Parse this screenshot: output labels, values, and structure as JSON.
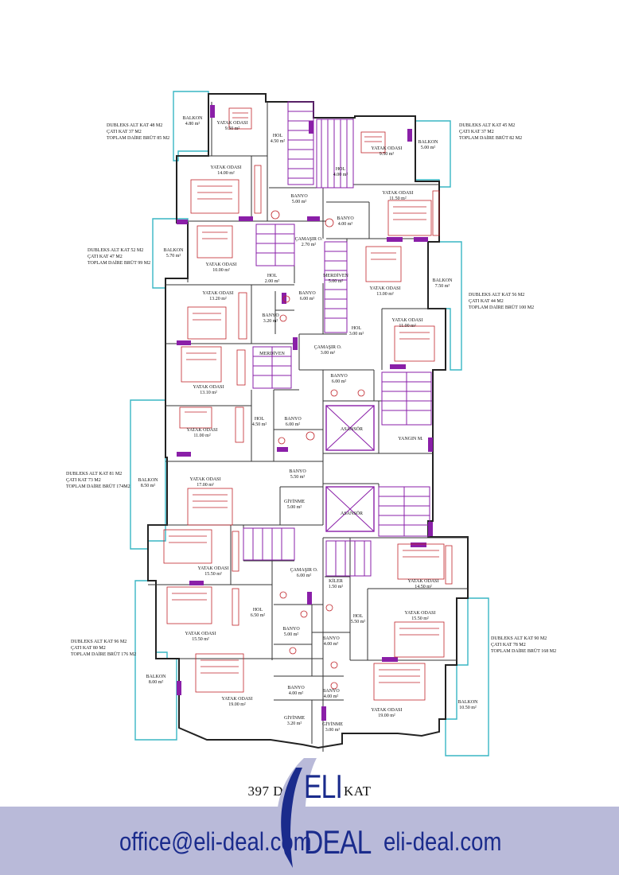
{
  "rooms": {
    "r1": {
      "name": "BALKON",
      "area": "4.80 m²"
    },
    "r2": {
      "name": "YATAK ODASI",
      "area": "9.50 m²"
    },
    "r3": {
      "name": "HOL",
      "area": "4.50 m²"
    },
    "r4": {
      "name": "HOL",
      "area": "4.00 m²"
    },
    "r5": {
      "name": "YATAK ODASI",
      "area": "9.50 m²"
    },
    "r6": {
      "name": "BALKON",
      "area": "5.00 m²"
    },
    "r7": {
      "name": "YATAK ODASI",
      "area": "14.00 m²"
    },
    "r8": {
      "name": "BANYO",
      "area": "5.00 m²"
    },
    "r9": {
      "name": "YATAK ODASI",
      "area": "11.50 m²"
    },
    "r10": {
      "name": "BANYO",
      "area": "4.00 m²"
    },
    "r11": {
      "name": "BALKON",
      "area": "5.70 m²"
    },
    "r12": {
      "name": "YATAK ODASI",
      "area": "10.00 m²"
    },
    "r13": {
      "name": "ÇAMAŞIR O.",
      "area": "2.70 m²"
    },
    "r14": {
      "name": "HOL",
      "area": "2.00 m²"
    },
    "r15": {
      "name": "MERDİVEN",
      "area": "5.00 m²"
    },
    "r16": {
      "name": "YATAK ODASI",
      "area": "13.00 m²"
    },
    "r17": {
      "name": "BALKON",
      "area": "7.50 m²"
    },
    "r18": {
      "name": "YATAK ODASI",
      "area": "13.20 m²"
    },
    "r19": {
      "name": "BANYO",
      "area": "6.00 m²"
    },
    "r20": {
      "name": "BANYO",
      "area": "3.20 m²"
    },
    "r21": {
      "name": "HOL",
      "area": "3.00 m²"
    },
    "r22": {
      "name": "YATAK ODASI",
      "area": "11.00 m²"
    },
    "r23": {
      "name": "MERDİVEN",
      "area": ""
    },
    "r24": {
      "name": "ÇAMAŞIR O.",
      "area": "3.00 m²"
    },
    "r25": {
      "name": "YATAK ODASI",
      "area": "13.10 m²"
    },
    "r26": {
      "name": "BANYO",
      "area": "6.00 m²"
    },
    "r27": {
      "name": "HOL",
      "area": "4.50 m²"
    },
    "r28": {
      "name": "BANYO",
      "area": "6.00 m²"
    },
    "r29": {
      "name": "YATAK ODASI",
      "area": "11.00 m²"
    },
    "r30": {
      "name": "ASANSÖR",
      "area": ""
    },
    "r31": {
      "name": "YANGIN M.",
      "area": ""
    },
    "r32": {
      "name": "BANYO",
      "area": "5.50 m²"
    },
    "r33": {
      "name": "BALKON",
      "area": "8.50 m²"
    },
    "r34": {
      "name": "YATAK ODASI",
      "area": "17.00 m²"
    },
    "r35": {
      "name": "GİYİNME",
      "area": "5.00 m²"
    },
    "r36": {
      "name": "ASANSÖR",
      "area": ""
    },
    "r37": {
      "name": "YATAK ODASI",
      "area": "15.50 m²"
    },
    "r38": {
      "name": "ÇAMAŞIR O.",
      "area": "6.00 m²"
    },
    "r39": {
      "name": "KİLER",
      "area": "1.50 m²"
    },
    "r40": {
      "name": "YATAK ODASI",
      "area": "14.50 m²"
    },
    "r41": {
      "name": "HOL",
      "area": "6.50 m²"
    },
    "r42": {
      "name": "HOL",
      "area": "5.50 m²"
    },
    "r43": {
      "name": "YATAK ODASI",
      "area": "15.50 m²"
    },
    "r44": {
      "name": "YATAK ODASI",
      "area": "15.50 m²"
    },
    "r45": {
      "name": "BANYO",
      "area": "5.00 m²"
    },
    "r46": {
      "name": "BANYO",
      "area": "4.00 m²"
    },
    "r47": {
      "name": "BALKON",
      "area": "8.00 m²"
    },
    "r48": {
      "name": "YATAK ODASI",
      "area": "19.00 m²"
    },
    "r49": {
      "name": "BANYO",
      "area": "4.00 m²"
    },
    "r50": {
      "name": "BANYO",
      "area": "4.00 m²"
    },
    "r51": {
      "name": "YATAK ODASI",
      "area": "19.00 m²"
    },
    "r52": {
      "name": "BALKON",
      "area": "10.50 m²"
    },
    "r53": {
      "name": "GİYİNME",
      "area": "3.20 m²"
    },
    "r54": {
      "name": "GİYİNME",
      "area": "3.00 m²"
    }
  },
  "notes": {
    "n1": [
      "DUBLEKS ALT KAT 48 M2",
      "ÇATI KAT 37 M2",
      "TOPLAM DAİRE BRÜT 85 M2"
    ],
    "n2": [
      "DUBLEKS ALT KAT 45 M2",
      "ÇATI KAT 37 M2",
      "TOPLAM DAİRE BRÜT 82 M2"
    ],
    "n3": [
      "DUBLEKS ALT KAT 52 M2",
      "ÇATI KAT 47 M2",
      "TOPLAM DAİRE BRÜT 99 M2"
    ],
    "n4": [
      "DUBLEKS ALT KAT 56 M2",
      "ÇATI KAT 44 M2",
      "TOPLAM DAİRE BRÜT 100 M2"
    ],
    "n5": [
      "DUBLEKS ALT KAT 81 M2",
      "ÇATI KAT 73 M2",
      "TOPLAM DAİRE BRÜT 174M2"
    ],
    "n6": [
      "DUBLEKS ALT KAT 96 M2",
      "ÇATI KAT 80 M2",
      "TOPLAM DAİRE BRÜT 176 M2"
    ],
    "n7": [
      "DUBLEKS ALT KAT 90 M2",
      "ÇATI KAT 78 M2",
      "TOPLAM DAİRE BRÜT 168 M2"
    ]
  },
  "plan_title": "397 D                KAT",
  "footer": {
    "email": "office@eli-deal.com",
    "website": "eli-deal.com",
    "logo_top": "ELI",
    "logo_bottom": "DEAL"
  },
  "colors": {
    "wall": "#222222",
    "balcony": "#38b6c4",
    "stair": "#8a1fa8",
    "furniture": "#c0252b",
    "footer_band": "#b9bad9",
    "brand": "#1a2b8c"
  }
}
